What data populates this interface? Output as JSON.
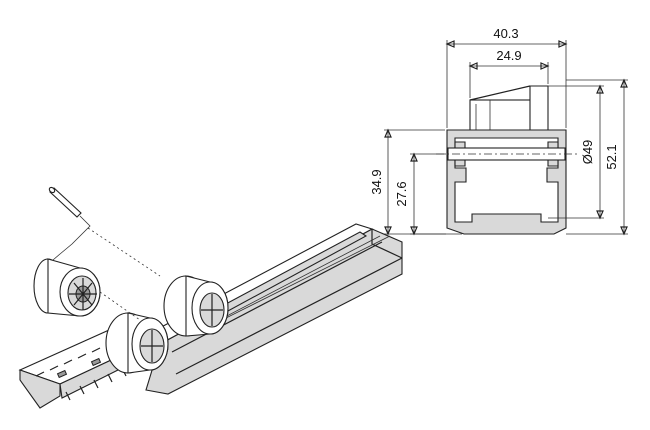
{
  "dimensions": {
    "top_outer": "40.3",
    "top_inner": "24.9",
    "diameter": "Ø49",
    "overall_height": "52.1",
    "height_a": "34.9",
    "height_b": "27.6"
  },
  "colors": {
    "line": "#222222",
    "fill_light": "#d9d9d9",
    "fill_dark": "#9a9a9a",
    "background": "#ffffff"
  }
}
